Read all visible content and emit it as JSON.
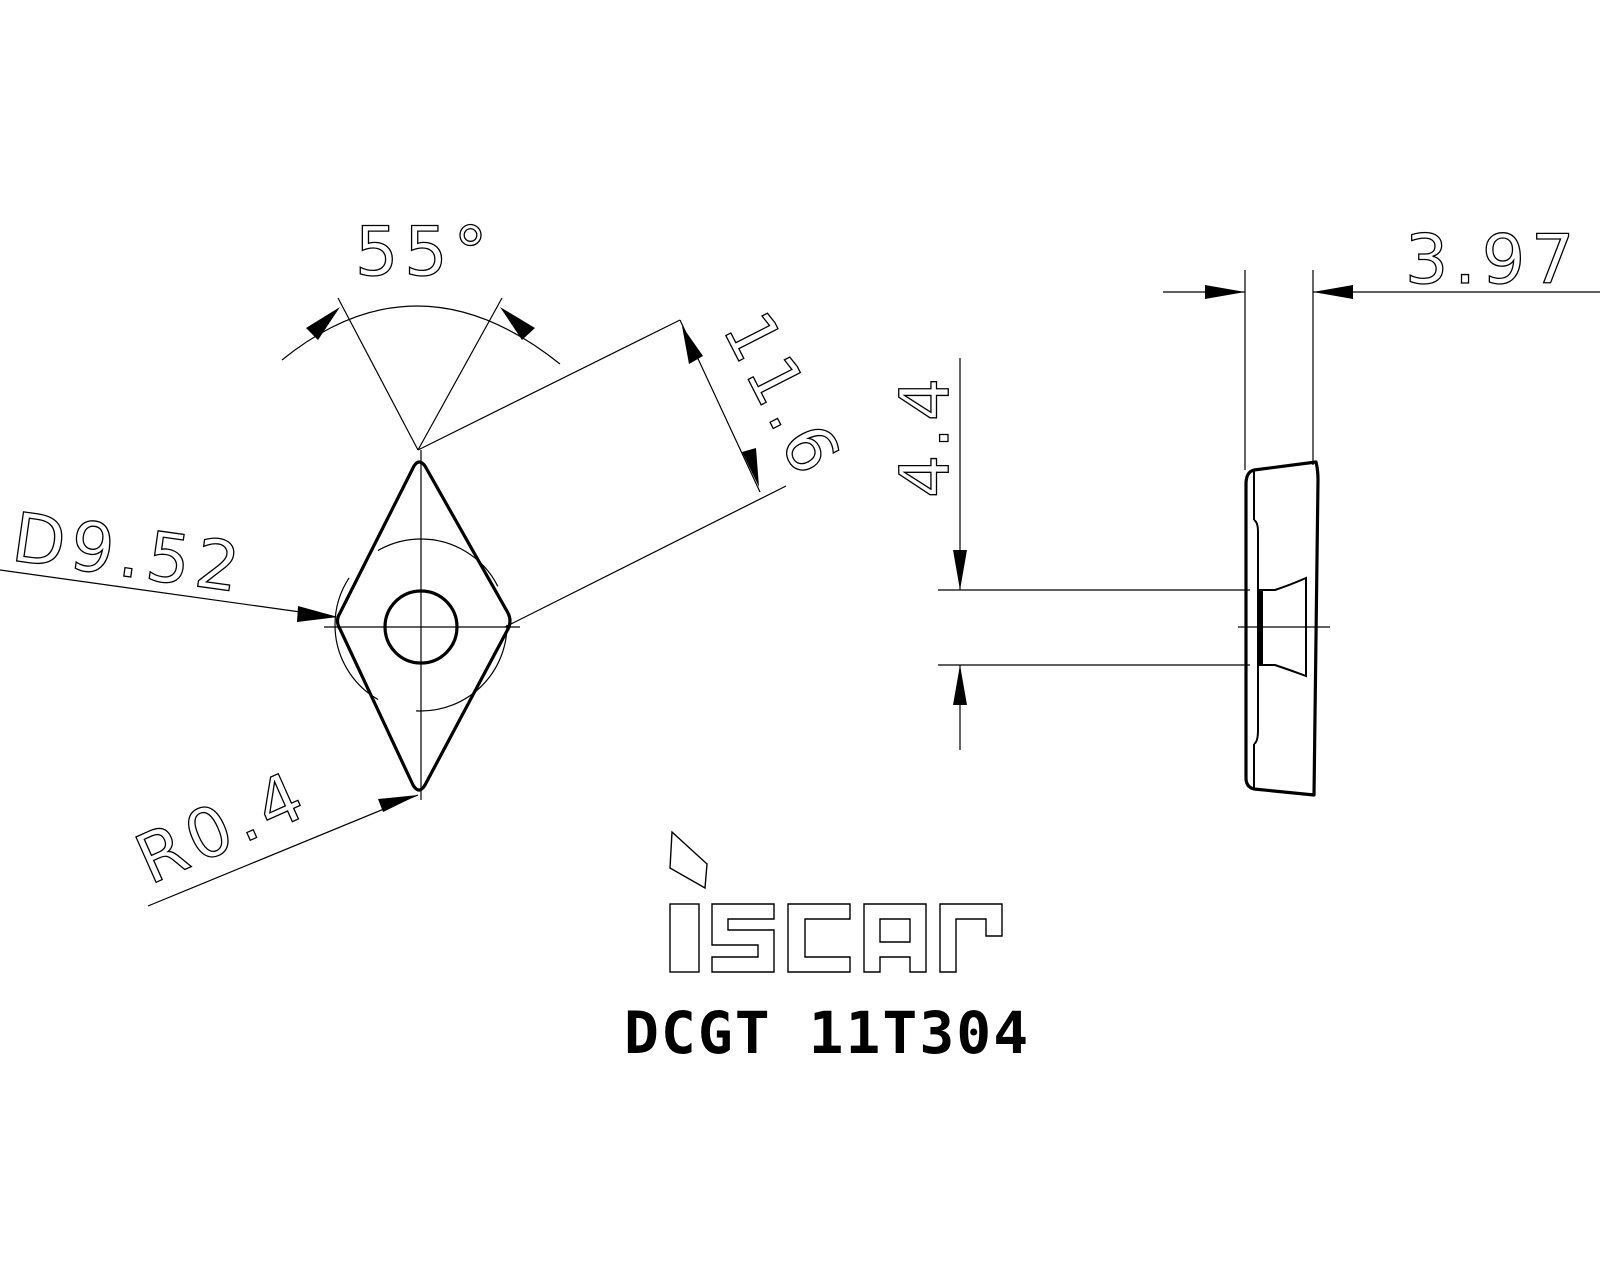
{
  "drawing": {
    "angle_label": "55°",
    "inscribed_circle_label": "D9.52",
    "corner_radius_label": "R0.4",
    "edge_length_label": "11.6",
    "hole_label": "4.4",
    "thickness_label": "3.97",
    "brand_logo": "iscar",
    "designation": "DCGT 11T304",
    "line_color": "#000000",
    "background_color": "#ffffff"
  }
}
